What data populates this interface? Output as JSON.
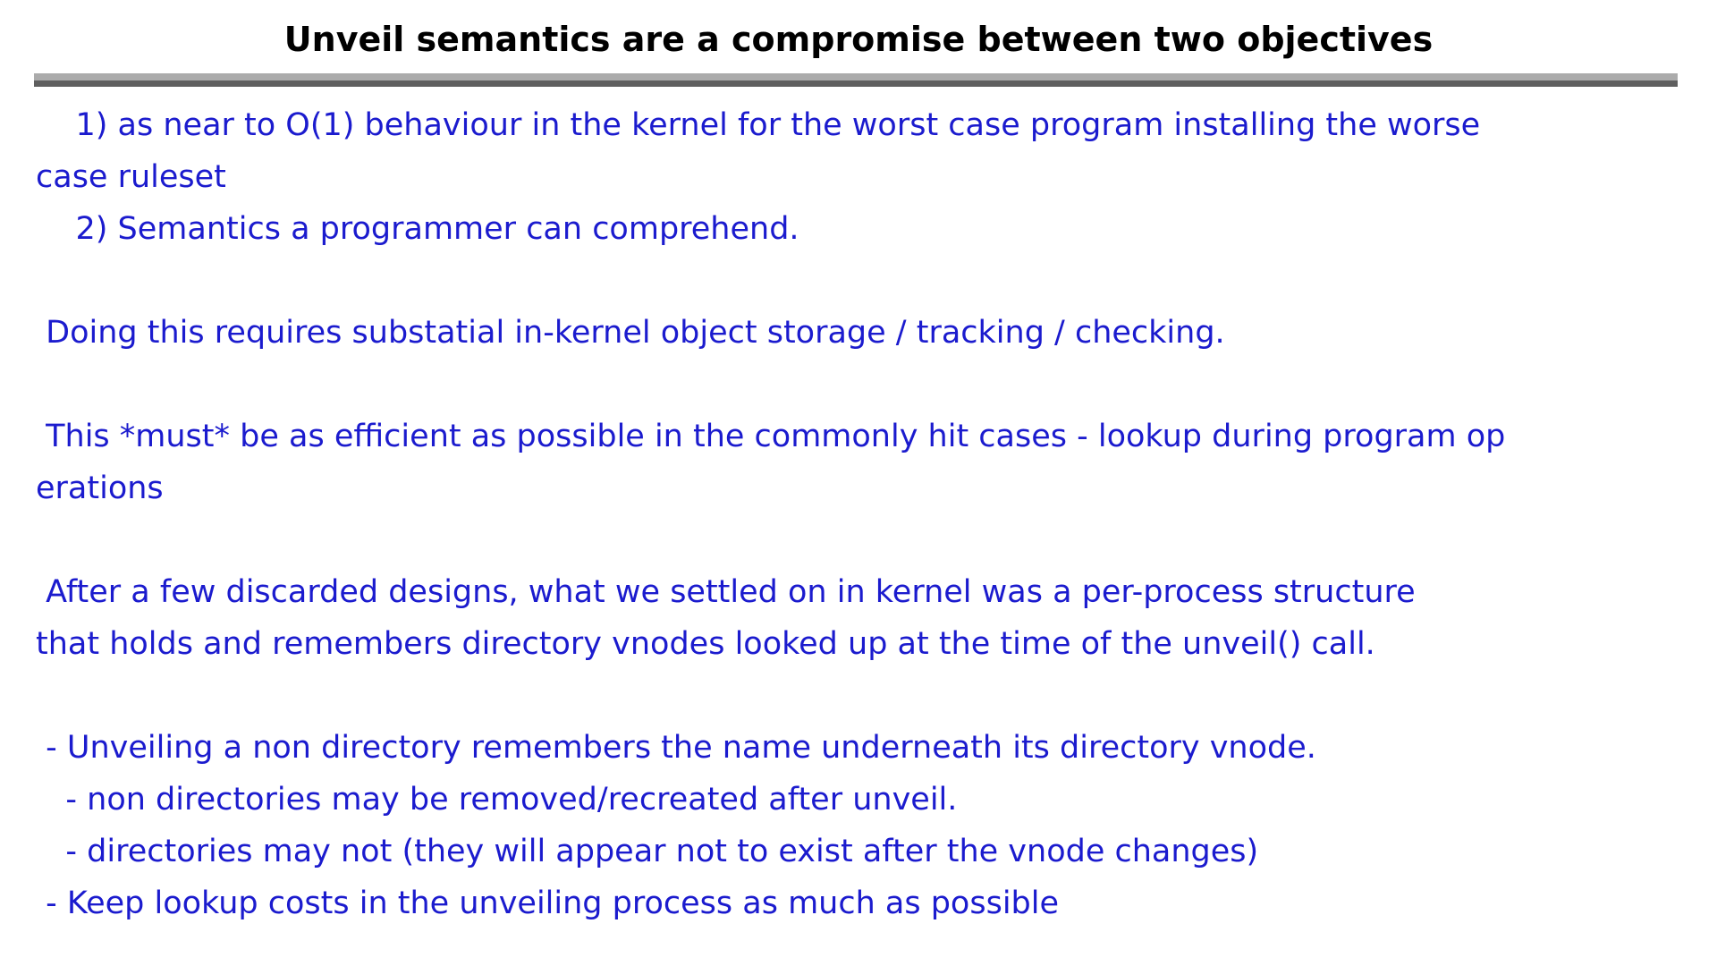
{
  "slide": {
    "title": "Unveil semantics are a compromise between two objectives",
    "body_lines": [
      "    1) as near to O(1) behaviour in the kernel for the worst case program installing the worse",
      "case ruleset",
      "    2) Semantics a programmer can comprehend.",
      "",
      " Doing this requires substatial in-kernel object storage / tracking / checking.",
      "",
      " This *must* be as efficient as possible in the commonly hit cases - lookup during program op",
      "erations",
      "",
      " After a few discarded designs, what we settled on in kernel was a per-process structure",
      "that holds and remembers directory vnodes looked up at the time of the unveil() call.",
      "",
      " - Unveiling a non directory remembers the name underneath its directory vnode.",
      "   - non directories may be removed/recreated after unveil.",
      "   - directories may not (they will appear not to exist after the vnode changes)",
      " - Keep lookup costs in the unveiling process as much as possible"
    ],
    "colors": {
      "background": "#ffffff",
      "title_text": "#000000",
      "body_text": "#1b1bce",
      "rule_top": "#ababab",
      "rule_bottom": "#5f5f5f"
    }
  }
}
